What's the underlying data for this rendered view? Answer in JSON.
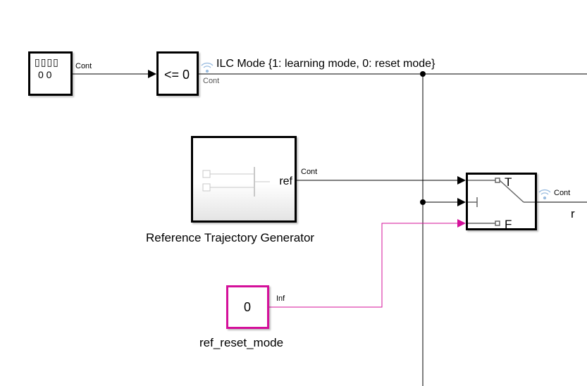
{
  "colors": {
    "signal": "#000000",
    "inf_signal": "#d4109a",
    "block_border": "#000000"
  },
  "display_block": {
    "line1": "▯▯▯▯",
    "line2": "0 0",
    "signal_rate": "Cont"
  },
  "compare_block": {
    "label": "<= 0",
    "signal_rate": "Cont",
    "signal_name": "ILC Mode {1: learning mode, 0: reset mode}"
  },
  "subsystem": {
    "name": "Reference Trajectory Generator",
    "port_label": "ref",
    "signal_rate": "Cont"
  },
  "switch_block": {
    "top_label": "T",
    "bottom_label": "F",
    "signal_rate": "Cont",
    "output_name": "r"
  },
  "constant_block": {
    "value": "0",
    "name": "ref_reset_mode",
    "signal_rate": "Inf"
  }
}
